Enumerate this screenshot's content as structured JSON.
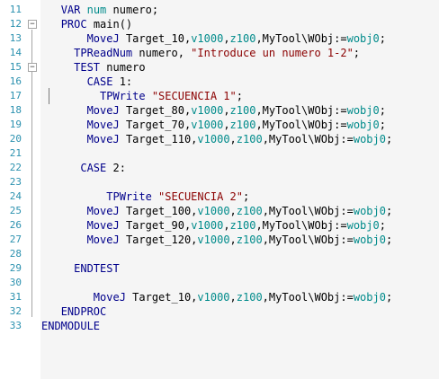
{
  "editor": {
    "colors": {
      "background": "#f5f5f5",
      "gutter": "#ffffff",
      "line_number": "#2b91af",
      "keyword": "#00008b",
      "string": "#8b0000",
      "identifier": "#008b8b",
      "text": "#000000"
    },
    "fold_marker": "−",
    "lines": [
      {
        "num": "11",
        "indent": "   ",
        "tokens": [
          {
            "t": "VAR ",
            "c": "kw"
          },
          {
            "t": "num ",
            "c": "name"
          },
          {
            "t": "numero;",
            "c": "plain"
          }
        ]
      },
      {
        "num": "12",
        "indent": "   ",
        "fold": true,
        "tokens": [
          {
            "t": "PROC ",
            "c": "kw"
          },
          {
            "t": "main()",
            "c": "plain"
          }
        ]
      },
      {
        "num": "13",
        "indent": "       ",
        "tokens": [
          {
            "t": "MoveJ ",
            "c": "fn"
          },
          {
            "t": "Target_10,",
            "c": "plain"
          },
          {
            "t": "v1000",
            "c": "name"
          },
          {
            "t": ",",
            "c": "plain"
          },
          {
            "t": "z100",
            "c": "name"
          },
          {
            "t": ",MyTool\\WObj:=",
            "c": "plain"
          },
          {
            "t": "wobj0",
            "c": "name"
          },
          {
            "t": ";",
            "c": "plain"
          }
        ]
      },
      {
        "num": "14",
        "indent": "     ",
        "tokens": [
          {
            "t": "TPReadNum ",
            "c": "fn"
          },
          {
            "t": "numero, ",
            "c": "plain"
          },
          {
            "t": "\"Introduce un numero 1-2\"",
            "c": "str"
          },
          {
            "t": ";",
            "c": "plain"
          }
        ]
      },
      {
        "num": "15",
        "indent": "     ",
        "fold": true,
        "tokens": [
          {
            "t": "TEST ",
            "c": "kw"
          },
          {
            "t": "numero",
            "c": "plain"
          }
        ]
      },
      {
        "num": "16",
        "indent": "       ",
        "tokens": [
          {
            "t": "CASE ",
            "c": "kw"
          },
          {
            "t": "1:",
            "c": "plain"
          }
        ]
      },
      {
        "num": "17",
        "indent": "         ",
        "tokens": [
          {
            "t": "TPWrite ",
            "c": "fn"
          },
          {
            "t": "\"SECUENCIA 1\"",
            "c": "str"
          },
          {
            "t": ";",
            "c": "plain"
          }
        ]
      },
      {
        "num": "18",
        "indent": "       ",
        "tokens": [
          {
            "t": "MoveJ ",
            "c": "fn"
          },
          {
            "t": "Target_80,",
            "c": "plain"
          },
          {
            "t": "v1000",
            "c": "name"
          },
          {
            "t": ",",
            "c": "plain"
          },
          {
            "t": "z100",
            "c": "name"
          },
          {
            "t": ",MyTool\\WObj:=",
            "c": "plain"
          },
          {
            "t": "wobj0",
            "c": "name"
          },
          {
            "t": ";",
            "c": "plain"
          }
        ]
      },
      {
        "num": "19",
        "indent": "       ",
        "tokens": [
          {
            "t": "MoveJ ",
            "c": "fn"
          },
          {
            "t": "Target_70,",
            "c": "plain"
          },
          {
            "t": "v1000",
            "c": "name"
          },
          {
            "t": ",",
            "c": "plain"
          },
          {
            "t": "z100",
            "c": "name"
          },
          {
            "t": ",MyTool\\WObj:=",
            "c": "plain"
          },
          {
            "t": "wobj0",
            "c": "name"
          },
          {
            "t": ";",
            "c": "plain"
          }
        ]
      },
      {
        "num": "20",
        "indent": "       ",
        "tokens": [
          {
            "t": "MoveJ ",
            "c": "fn"
          },
          {
            "t": "Target_110,",
            "c": "plain"
          },
          {
            "t": "v1000",
            "c": "name"
          },
          {
            "t": ",",
            "c": "plain"
          },
          {
            "t": "z100",
            "c": "name"
          },
          {
            "t": ",MyTool\\WObj:=",
            "c": "plain"
          },
          {
            "t": "wobj0",
            "c": "name"
          },
          {
            "t": ";",
            "c": "plain"
          }
        ]
      },
      {
        "num": "21",
        "indent": "",
        "tokens": []
      },
      {
        "num": "22",
        "indent": "      ",
        "tokens": [
          {
            "t": "CASE ",
            "c": "kw"
          },
          {
            "t": "2:",
            "c": "plain"
          }
        ]
      },
      {
        "num": "23",
        "indent": "",
        "tokens": []
      },
      {
        "num": "24",
        "indent": "          ",
        "tokens": [
          {
            "t": "TPWrite ",
            "c": "fn"
          },
          {
            "t": "\"SECUENCIA 2\"",
            "c": "str"
          },
          {
            "t": ";",
            "c": "plain"
          }
        ]
      },
      {
        "num": "25",
        "indent": "       ",
        "tokens": [
          {
            "t": "MoveJ ",
            "c": "fn"
          },
          {
            "t": "Target_100,",
            "c": "plain"
          },
          {
            "t": "v1000",
            "c": "name"
          },
          {
            "t": ",",
            "c": "plain"
          },
          {
            "t": "z100",
            "c": "name"
          },
          {
            "t": ",MyTool\\WObj:=",
            "c": "plain"
          },
          {
            "t": "wobj0",
            "c": "name"
          },
          {
            "t": ";",
            "c": "plain"
          }
        ]
      },
      {
        "num": "26",
        "indent": "       ",
        "tokens": [
          {
            "t": "MoveJ ",
            "c": "fn"
          },
          {
            "t": "Target_90,",
            "c": "plain"
          },
          {
            "t": "v1000",
            "c": "name"
          },
          {
            "t": ",",
            "c": "plain"
          },
          {
            "t": "z100",
            "c": "name"
          },
          {
            "t": ",MyTool\\WObj:=",
            "c": "plain"
          },
          {
            "t": "wobj0",
            "c": "name"
          },
          {
            "t": ";",
            "c": "plain"
          }
        ]
      },
      {
        "num": "27",
        "indent": "       ",
        "tokens": [
          {
            "t": "MoveJ ",
            "c": "fn"
          },
          {
            "t": "Target_120,",
            "c": "plain"
          },
          {
            "t": "v1000",
            "c": "name"
          },
          {
            "t": ",",
            "c": "plain"
          },
          {
            "t": "z100",
            "c": "name"
          },
          {
            "t": ",MyTool\\WObj:=",
            "c": "plain"
          },
          {
            "t": "wobj0",
            "c": "name"
          },
          {
            "t": ";",
            "c": "plain"
          }
        ]
      },
      {
        "num": "28",
        "indent": "",
        "tokens": []
      },
      {
        "num": "29",
        "indent": "     ",
        "tokens": [
          {
            "t": "ENDTEST",
            "c": "kw"
          }
        ]
      },
      {
        "num": "30",
        "indent": "",
        "tokens": []
      },
      {
        "num": "31",
        "indent": "        ",
        "tokens": [
          {
            "t": "MoveJ ",
            "c": "fn"
          },
          {
            "t": "Target_10,",
            "c": "plain"
          },
          {
            "t": "v1000",
            "c": "name"
          },
          {
            "t": ",",
            "c": "plain"
          },
          {
            "t": "z100",
            "c": "name"
          },
          {
            "t": ",MyTool\\WObj:=",
            "c": "plain"
          },
          {
            "t": "wobj0",
            "c": "name"
          },
          {
            "t": ";",
            "c": "plain"
          }
        ]
      },
      {
        "num": "32",
        "indent": "   ",
        "tokens": [
          {
            "t": "ENDPROC",
            "c": "kw"
          }
        ]
      },
      {
        "num": "33",
        "indent": "",
        "tokens": [
          {
            "t": "ENDMODULE",
            "c": "kw"
          }
        ]
      }
    ]
  }
}
